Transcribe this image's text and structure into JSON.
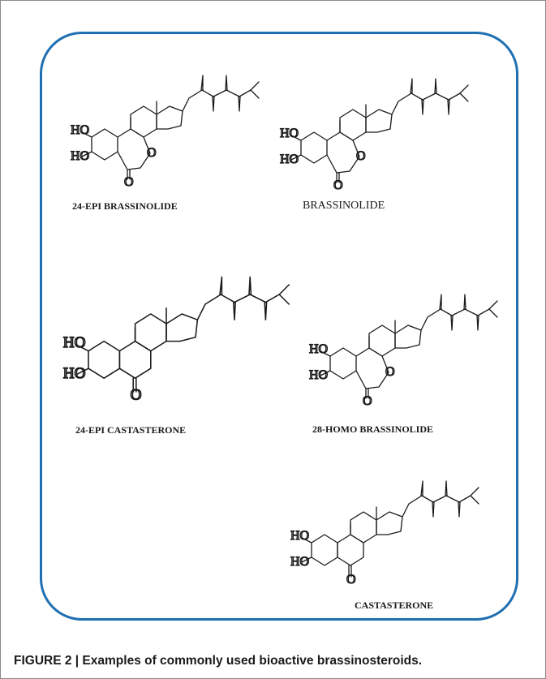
{
  "figure": {
    "caption": "FIGURE 2 | Examples of commonly used bioactive brassinosteroids."
  },
  "compounds": [
    {
      "name": "24-EPI BRASSINOLIDE"
    },
    {
      "name": "BRASSINOLIDE"
    },
    {
      "name": "24-EPI CASTASTERONE"
    },
    {
      "name": "28-HOMO BRASSINOLIDE"
    },
    {
      "name": "CASTASTERONE"
    }
  ],
  "atom_labels": {
    "hydroxyl": "HO",
    "oxygen": "O"
  },
  "colors": {
    "frame_border": "#1f6fb2",
    "page_border": "#8a8a8a",
    "ink": "#1a1a1a"
  }
}
